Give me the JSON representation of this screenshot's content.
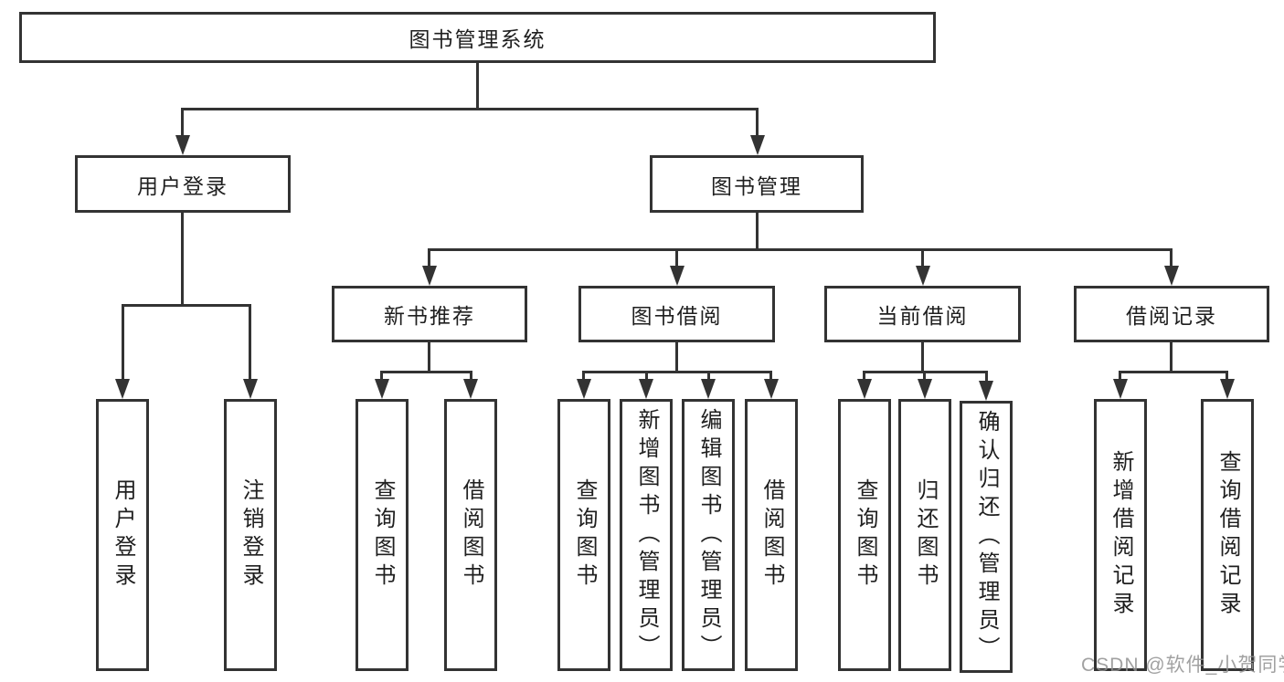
{
  "root": {
    "label": "图书管理系统"
  },
  "branches": [
    {
      "label": "用户登录",
      "children": [
        {
          "label": "用户登录"
        },
        {
          "label": "注销登录"
        }
      ]
    },
    {
      "label": "图书管理",
      "children": [
        {
          "label": "新书推荐",
          "children": [
            {
              "label": "查询图书"
            },
            {
              "label": "借阅图书"
            }
          ]
        },
        {
          "label": "图书借阅",
          "children": [
            {
              "label": "查询图书"
            },
            {
              "label": "新增图书（管理员）"
            },
            {
              "label": "编辑图书（管理员）"
            },
            {
              "label": "借阅图书"
            }
          ]
        },
        {
          "label": "当前借阅",
          "children": [
            {
              "label": "查询图书"
            },
            {
              "label": "归还图书"
            },
            {
              "label": "确认归还（管理员）"
            }
          ]
        },
        {
          "label": "借阅记录",
          "children": [
            {
              "label": "新增借阅记录"
            },
            {
              "label": "查询借阅记录"
            }
          ]
        }
      ]
    }
  ],
  "watermark": {
    "text": "CSDN @软件_小贺同学"
  },
  "colors": {
    "line": "#333333",
    "text": "#1f1f1f",
    "watermark": "#919191",
    "background": "#ffffff"
  }
}
